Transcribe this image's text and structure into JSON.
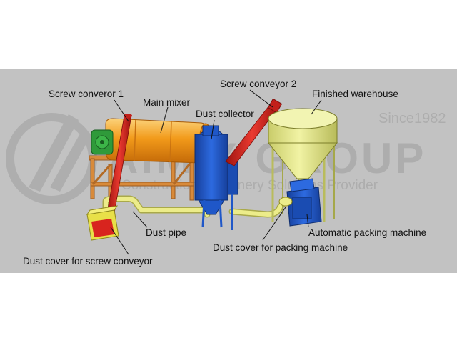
{
  "colors": {
    "panel": "#c2c2c2",
    "mixer": "#f29a1a",
    "frame": "#d88a3a",
    "conveyor": "#d8241e",
    "blue_equipment": "#1f57c8",
    "pipe": "#ecec8a",
    "warehouse": "#e9ec8c",
    "motor": "#2f9a3a"
  },
  "watermark": {
    "brand": "AIMIX GROUP",
    "since": "Since1982",
    "tagline": "Construction Machinery Solutions Provider",
    "logo": "aimix-logo-mark"
  },
  "labels": {
    "screw_conveyor_1": "Screw converor 1",
    "main_mixer": "Main mixer",
    "screw_conveyor_2": "Screw conveyor 2",
    "finished_warehouse": "Finished warehouse",
    "dust_collector": "Dust collector",
    "dust_pipe": "Dust pipe",
    "automatic_packing": "Automatic packing machine",
    "dust_cover_packing": "Dust cover for packing machine",
    "dust_cover_screw": "Dust cover for screw conveyor"
  }
}
